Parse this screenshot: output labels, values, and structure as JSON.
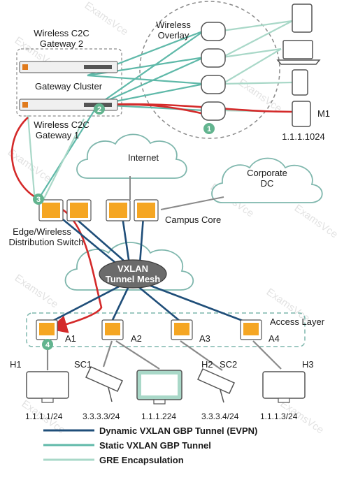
{
  "labels": {
    "gateway2": [
      "Wireless C2C",
      "Gateway 2"
    ],
    "gateway_cluster": "Gateway Cluster",
    "gateway1": [
      "Wireless C2C",
      "Gateway 1"
    ],
    "wireless_overlay": [
      "Wireless",
      "Overlay"
    ],
    "internet": "Internet",
    "corporate_dc": [
      "Corporate",
      "DC"
    ],
    "campus_core": "Campus Core",
    "edge_switch": [
      "Edge/Wireless",
      "Distribution Switch"
    ],
    "vxlan_mesh": [
      "VXLAN",
      "Tunnel Mesh"
    ],
    "access_layer": "Access Layer",
    "m1_name": "M1",
    "m1_ip": "1.1.1.1024"
  },
  "markers": [
    "1",
    "2",
    "3",
    "4"
  ],
  "access_switches": [
    "A1",
    "A2",
    "A3",
    "A4"
  ],
  "hosts": [
    {
      "name": "H1",
      "ip": "1.1.1.1/24"
    },
    {
      "name": "SC1",
      "ip": "3.3.3.3/24"
    },
    {
      "name": "H2",
      "ip": "1.1.1.224"
    },
    {
      "name": "SC2",
      "ip": "3.3.3.4/24"
    },
    {
      "name": "H3",
      "ip": "1.1.1.3/24"
    }
  ],
  "legend": [
    {
      "label": "Dynamic VXLAN GBP Tunnel (EVPN)",
      "color": "#1f4e79"
    },
    {
      "label": "Static VXLAN GBP Tunnel",
      "color": "#5fb9a9"
    },
    {
      "label": "GRE Encapsulation",
      "color": "#a9d8c8"
    }
  ],
  "colors": {
    "evpn": "#1f4e79",
    "static": "#5fb9a9",
    "gre": "#a9d8c8",
    "red": "#d42a2a",
    "marker": "#62b48f",
    "switch_fill": "#f5a623",
    "dashed": "#7fb7ad"
  },
  "icons": [
    "gateway-appliance",
    "access-point",
    "tablet",
    "laptop",
    "smartphone",
    "cloud",
    "switch",
    "monitor",
    "security-camera"
  ]
}
